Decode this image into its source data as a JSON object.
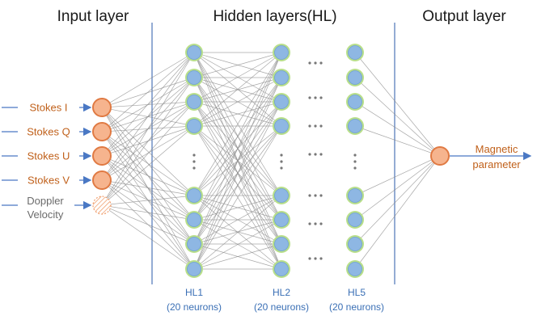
{
  "titles": {
    "input": "Input layer",
    "hidden": "Hidden layers(HL)",
    "output": "Output layer"
  },
  "inputs": [
    {
      "lines": [
        "Stokes I"
      ]
    },
    {
      "lines": [
        "Stokes Q"
      ]
    },
    {
      "lines": [
        "Stokes U"
      ]
    },
    {
      "lines": [
        "Stokes V"
      ]
    },
    {
      "lines": [
        "Doppler",
        "Velocity"
      ]
    }
  ],
  "output": {
    "lines": [
      "Magnetic",
      "parameter"
    ]
  },
  "hidden_layers": [
    {
      "name": "HL1",
      "neurons": "(20 neurons)"
    },
    {
      "name": "HL2",
      "neurons": "(20 neurons)"
    },
    {
      "name": "HL5",
      "neurons": "(20 neurons)"
    }
  ],
  "colors": {
    "input_node_fill": "#f6b48e",
    "input_node_stroke": "#e07a43",
    "hidden_node_fill": "#8eb7e3",
    "hidden_node_ring": "#b8df8a",
    "output_node_fill": "#f6b48e",
    "doppler_node_fill": "#ffffff",
    "arrow": "#4a78c4"
  },
  "icons": {
    "ellipsis_vertical": "vertical-dots-icon",
    "ellipsis_horizontal": "horizontal-dots-icon",
    "arrow": "arrow-right-icon"
  }
}
